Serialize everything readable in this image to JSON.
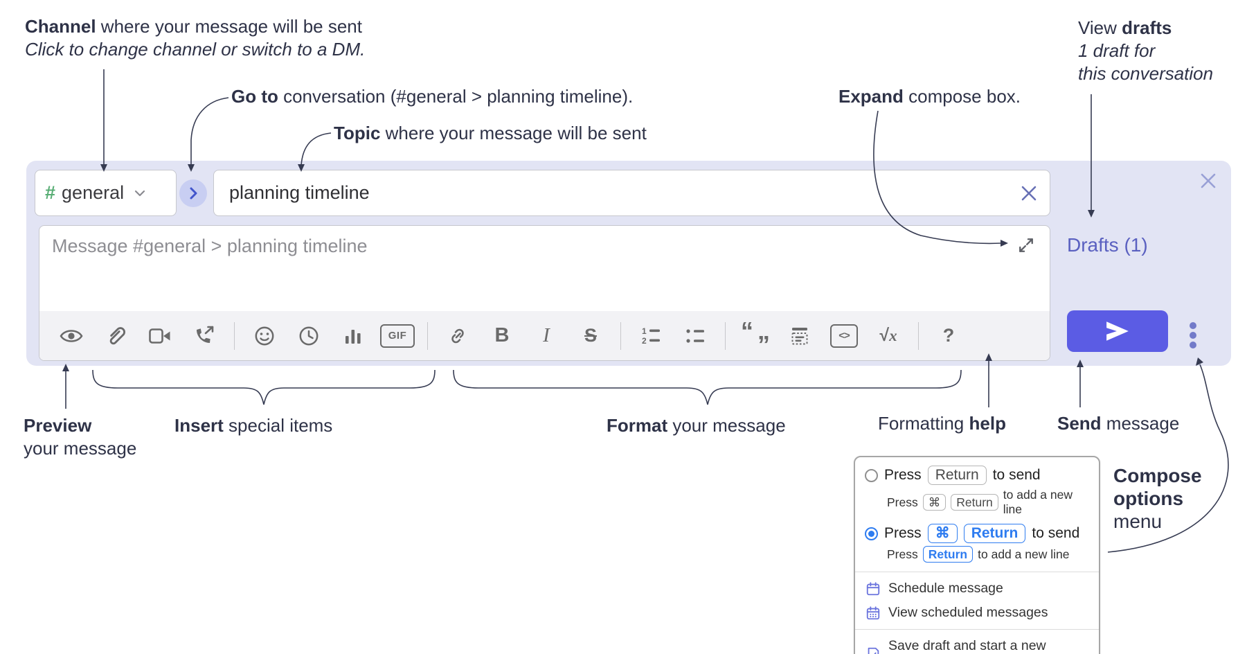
{
  "annotations": {
    "channel": {
      "bold": "Channel",
      "rest": " where your message will be sent",
      "sub_italic": "Click to change channel or switch to a DM."
    },
    "go_to": {
      "bold": "Go to",
      "rest": " conversation (#general > planning timeline)."
    },
    "topic": {
      "bold": "Topic",
      "rest": " where your message will be sent"
    },
    "expand": {
      "bold": "Expand",
      "rest": " compose box."
    },
    "view_drafts": {
      "pre": "View ",
      "bold": "drafts",
      "line2": "1 draft for",
      "line3": "this conversation"
    },
    "preview": {
      "bold": "Preview",
      "line2": "your message"
    },
    "insert": {
      "bold": "Insert",
      "rest": " special items"
    },
    "format": {
      "bold": "Format",
      "rest": " your message"
    },
    "formatting_help": {
      "pre": "Formatting ",
      "bold": "help"
    },
    "send": {
      "bold": "Send",
      "rest": " message"
    },
    "compose_options": {
      "line1_bold": "Compose",
      "line2_bold": "options",
      "line3": "menu"
    }
  },
  "compose_box": {
    "channel_selector": {
      "hash": "#",
      "label": "general"
    },
    "topic_input": {
      "value": "planning timeline"
    },
    "message_input": {
      "placeholder": "Message #general > planning timeline"
    },
    "drafts_link": "Drafts (1)",
    "toolbar": {
      "items": [
        {
          "name": "preview"
        },
        {
          "name": "attach-file"
        },
        {
          "name": "video-call"
        },
        {
          "name": "voice-call"
        },
        {
          "name": "emoji"
        },
        {
          "name": "global-time"
        },
        {
          "name": "poll"
        },
        {
          "name": "gif",
          "glyph": "GIF"
        },
        {
          "name": "link"
        },
        {
          "name": "bold",
          "glyph": "B"
        },
        {
          "name": "italic",
          "glyph": "I"
        },
        {
          "name": "strikethrough",
          "glyph": "S"
        },
        {
          "name": "numbered-list",
          "g1": "1",
          "g2": "2"
        },
        {
          "name": "bulleted-list"
        },
        {
          "name": "quote",
          "g1": "“",
          "g2": "”"
        },
        {
          "name": "spoiler"
        },
        {
          "name": "code",
          "glyph": "<>"
        },
        {
          "name": "math",
          "g1": "√",
          "g2": "x"
        },
        {
          "name": "help",
          "glyph": "?"
        }
      ]
    }
  },
  "options_menu": {
    "radio_options": [
      {
        "press": "Press",
        "key1": "Return",
        "tail": "to send",
        "sub_press": "Press",
        "sub_key1": "⌘",
        "sub_key2": "Return",
        "sub_tail": "to add a new line"
      },
      {
        "press": "Press",
        "key1": "⌘",
        "key2": "Return",
        "tail": "to send",
        "sub_press": "Press",
        "sub_key1": "Return",
        "sub_tail": "to add a new line"
      }
    ],
    "menu_items": [
      {
        "label": "Schedule message"
      },
      {
        "label": "View scheduled messages"
      },
      {
        "label": "Save draft and start a new message"
      }
    ]
  },
  "colors": {
    "accent": "#5b5ce4",
    "panel": "#e2e4f4",
    "channel_green": "#58ad74",
    "link_indigo": "#5a60c0",
    "kbd_blue": "#2e7cf0"
  }
}
